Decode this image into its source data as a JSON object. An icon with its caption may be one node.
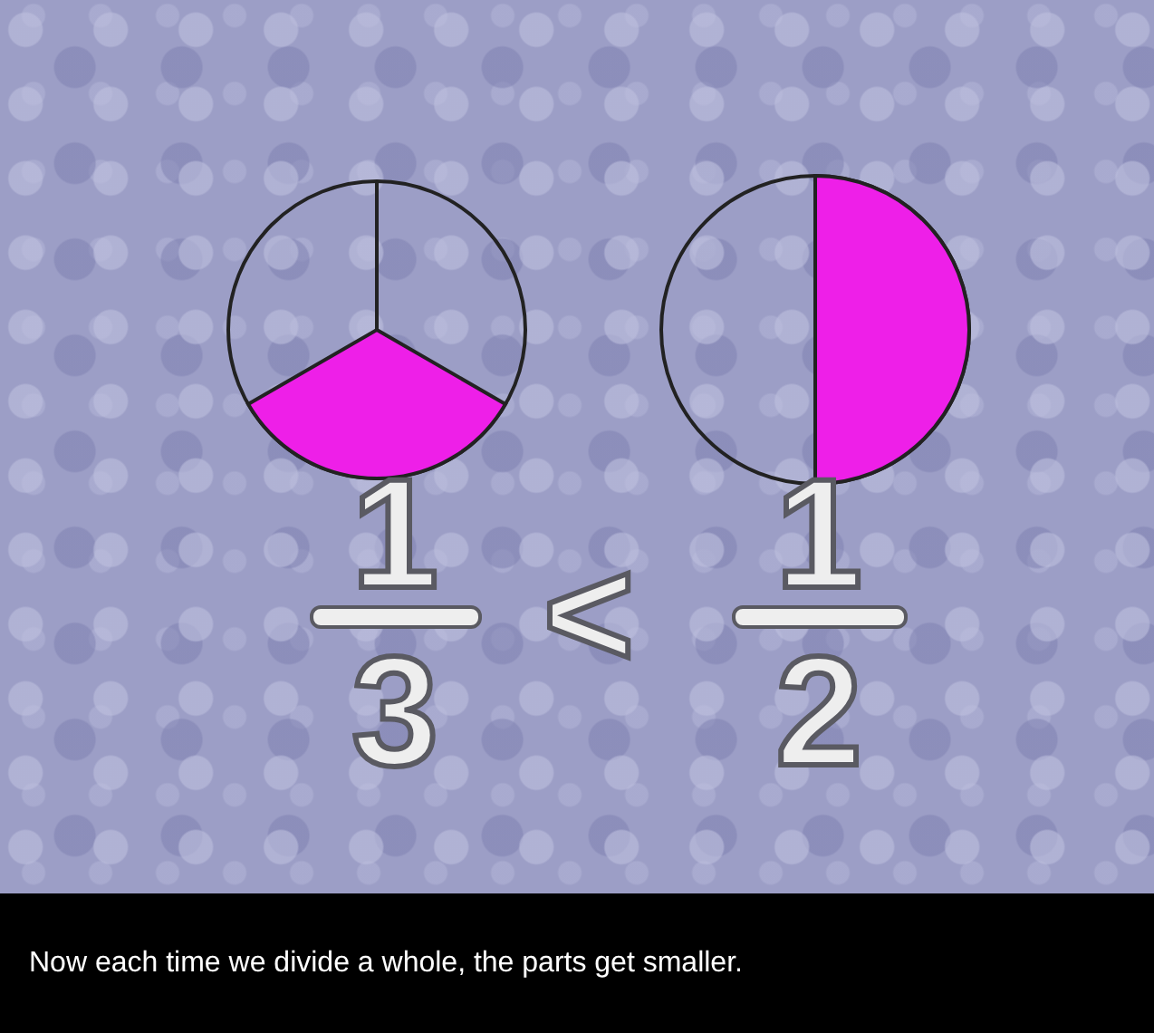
{
  "diagram": {
    "caption": "Now each time we divide a whole, the parts get smaller.",
    "labels": [
      "1",
      "3",
      "<",
      "1",
      "2"
    ]
  }
}
